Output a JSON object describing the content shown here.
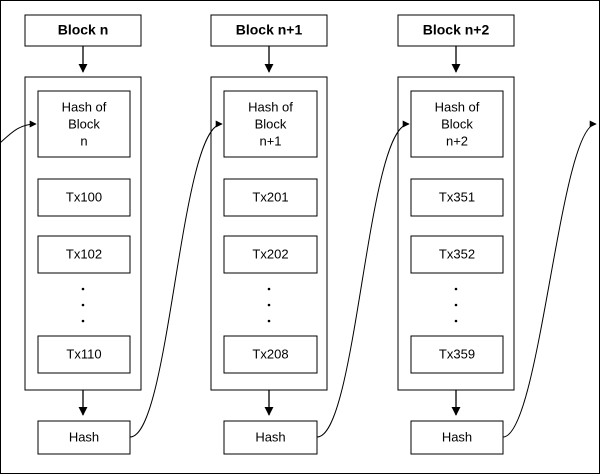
{
  "blocks": [
    {
      "title": "Block n",
      "hash_box": [
        "Hash of",
        "Block",
        "n"
      ],
      "transactions": [
        "Tx100",
        "Tx102",
        "Tx110"
      ],
      "hash_label": "Hash"
    },
    {
      "title": "Block n+1",
      "hash_box": [
        "Hash of",
        "Block",
        "n+1"
      ],
      "transactions": [
        "Tx201",
        "Tx202",
        "Tx208"
      ],
      "hash_label": "Hash"
    },
    {
      "title": "Block n+2",
      "hash_box": [
        "Hash of",
        "Block",
        "n+2"
      ],
      "transactions": [
        "Tx351",
        "Tx352",
        "Tx359"
      ],
      "hash_label": "Hash"
    }
  ],
  "colors": {
    "stroke": "#000000",
    "background": "#ffffff"
  }
}
